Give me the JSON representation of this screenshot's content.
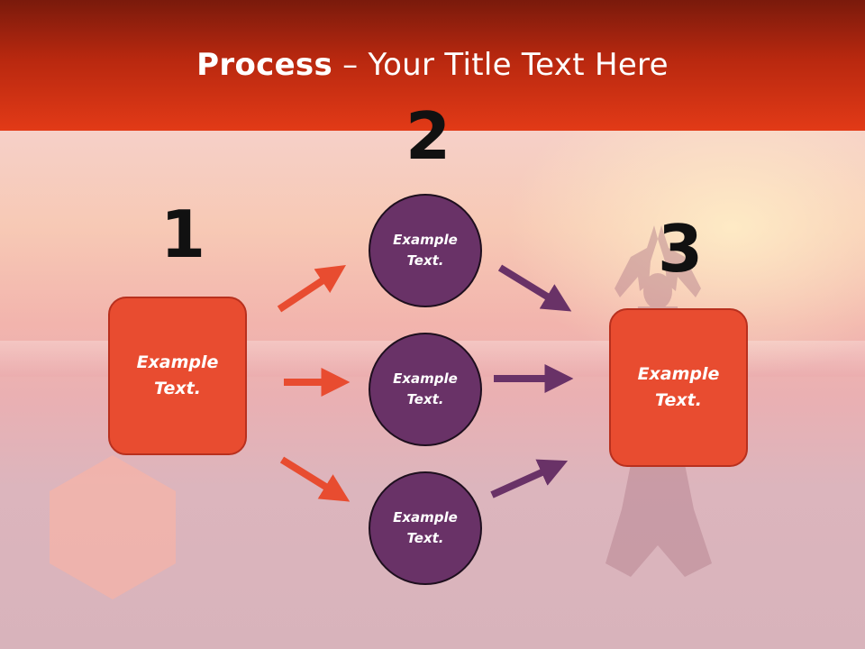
{
  "header": {
    "title_bold": "Process",
    "title_rest": " – Your Title Text Here"
  },
  "steps": {
    "step1_number": "1",
    "step2_number": "2",
    "step3_number": "3"
  },
  "nodes": {
    "left_box": "Example Text.",
    "circle_top": "Example Text.",
    "circle_middle": "Example Text.",
    "circle_bottom": "Example Text.",
    "right_box": "Example Text."
  },
  "colors": {
    "header_red": "#e23a17",
    "box_orange": "#e84c30",
    "circle_purple": "#693267",
    "arrow_orange": "#e84c30",
    "arrow_purple": "#693267"
  }
}
